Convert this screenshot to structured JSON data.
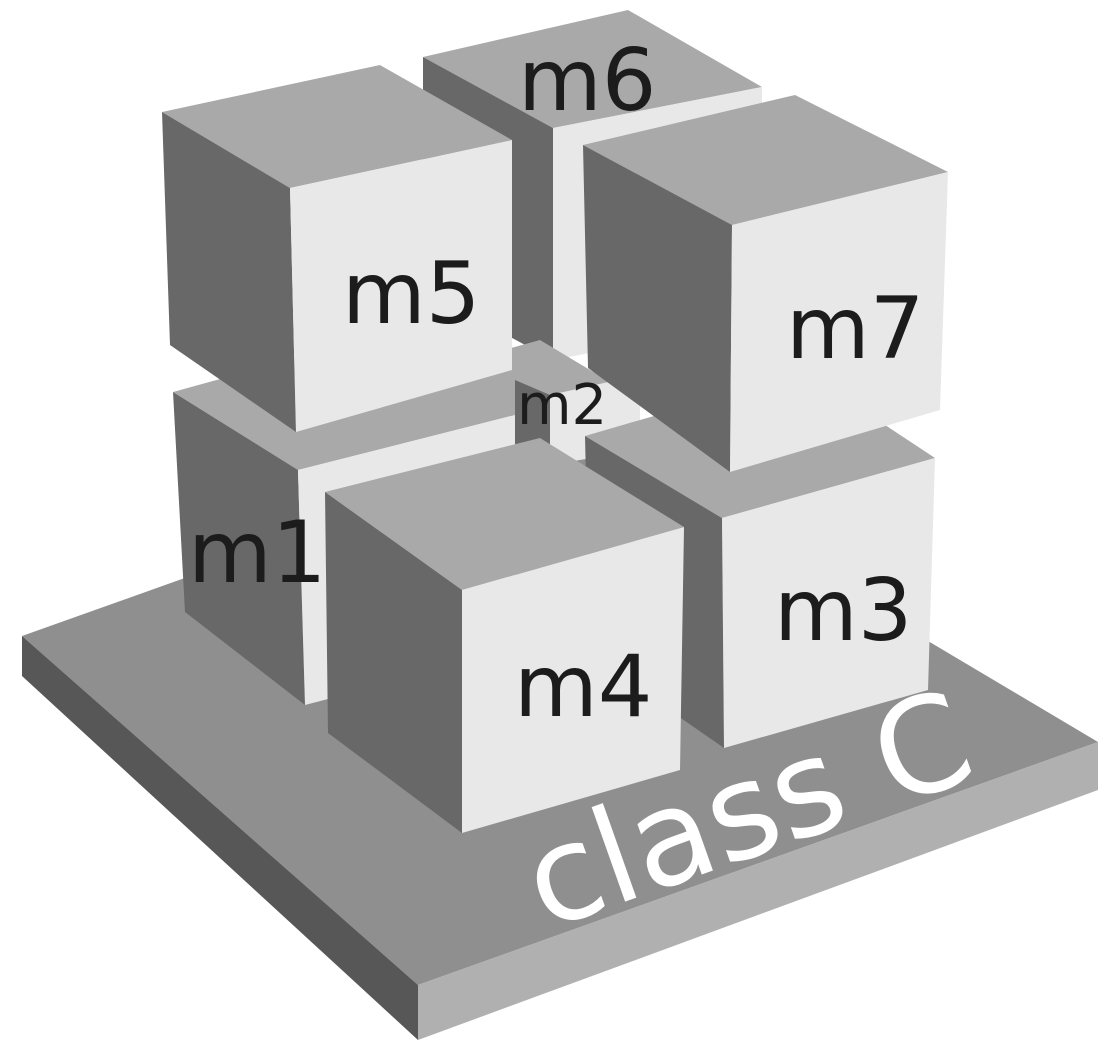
{
  "base": {
    "label": "class C"
  },
  "modules": [
    {
      "id": "m1",
      "label": "m1"
    },
    {
      "id": "m2",
      "label": "m2"
    },
    {
      "id": "m3",
      "label": "m3"
    },
    {
      "id": "m4",
      "label": "m4"
    },
    {
      "id": "m5",
      "label": "m5"
    },
    {
      "id": "m6",
      "label": "m6"
    },
    {
      "id": "m7",
      "label": "m7"
    }
  ],
  "colors": {
    "background": "#ffffff",
    "cube_front": "#e8e8e8",
    "cube_side": "#686868",
    "cube_top": "#a9a9a9",
    "base_top": "#8f8f8f",
    "base_front": "#b0b0b0",
    "base_side": "#575757",
    "label_text": "#1c1c1c",
    "base_text": "#ffffff"
  }
}
